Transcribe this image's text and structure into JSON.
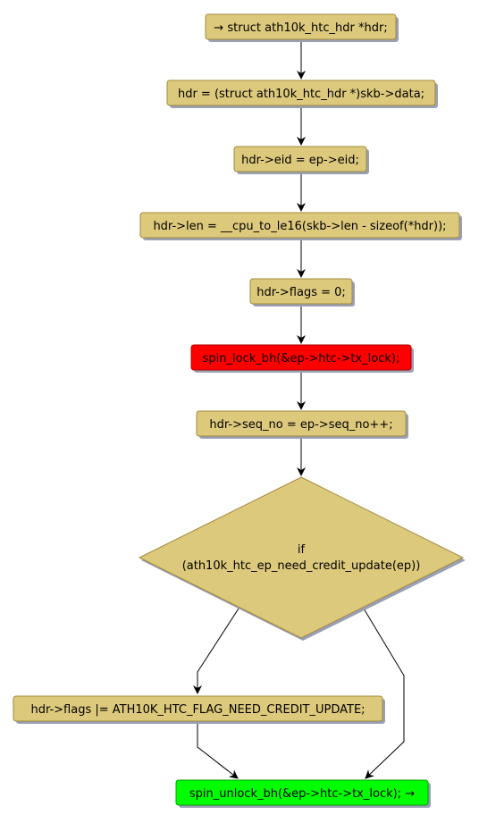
{
  "nodes": [
    {
      "id": "n1",
      "text": "→ struct ath10k_htc_hdr *hdr;"
    },
    {
      "id": "n2",
      "text": "hdr = (struct ath10k_htc_hdr *)skb->data;"
    },
    {
      "id": "n3",
      "text": "hdr->eid = ep->eid;"
    },
    {
      "id": "n4",
      "text": "hdr->len = __cpu_to_le16(skb->len - sizeof(*hdr));"
    },
    {
      "id": "n5",
      "text": "hdr->flags = 0;"
    },
    {
      "id": "n6",
      "text": "spin_lock_bh(&ep->htc->tx_lock);"
    },
    {
      "id": "n7",
      "text": "hdr->seq_no = ep->seq_no++;"
    },
    {
      "id": "d1",
      "line1": "if",
      "line2": "(ath10k_htc_ep_need_credit_update(ep))"
    },
    {
      "id": "n8",
      "text": "hdr->flags |= ATH10K_HTC_FLAG_NEED_CREDIT_UPDATE;"
    },
    {
      "id": "n9",
      "text": "spin_unlock_bh(&ep->htc->tx_lock); →"
    }
  ],
  "colors": {
    "node_fill": "#ddc97c",
    "node_stroke": "#a08a3c",
    "shadow": "#9aa0b4",
    "lock_fill": "#ff0000",
    "unlock_fill": "#00ff00",
    "edge": "#000000"
  }
}
